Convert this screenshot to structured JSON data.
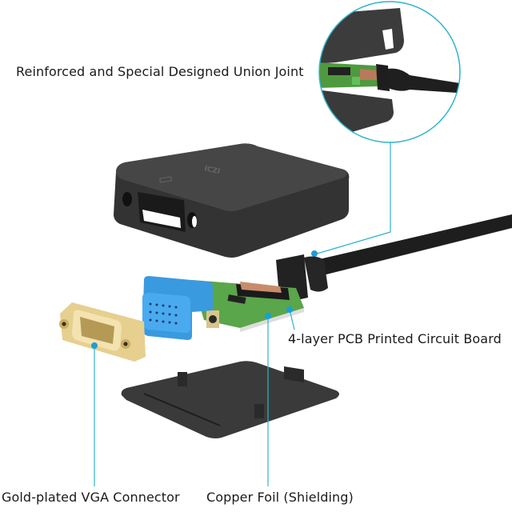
{
  "labels": {
    "union_joint": "Reinforced and Special Designed Union Joint",
    "pcb": "4-layer PCB Printed Circuit Board",
    "vga_connector": "Gold-plated VGA Connector",
    "copper_foil": "Copper Foil (Shielding)"
  },
  "housing_logo": "ICZI",
  "colors": {
    "callout": "#2fb3cc",
    "callout_dot": "#1a9fd8",
    "housing": "#3b3b3b",
    "housing_top": "#454545",
    "vga_blue": "#3a9ae0",
    "pcb_green": "#5aa64a",
    "gold": "#e6cf8f",
    "cable": "#222222"
  }
}
